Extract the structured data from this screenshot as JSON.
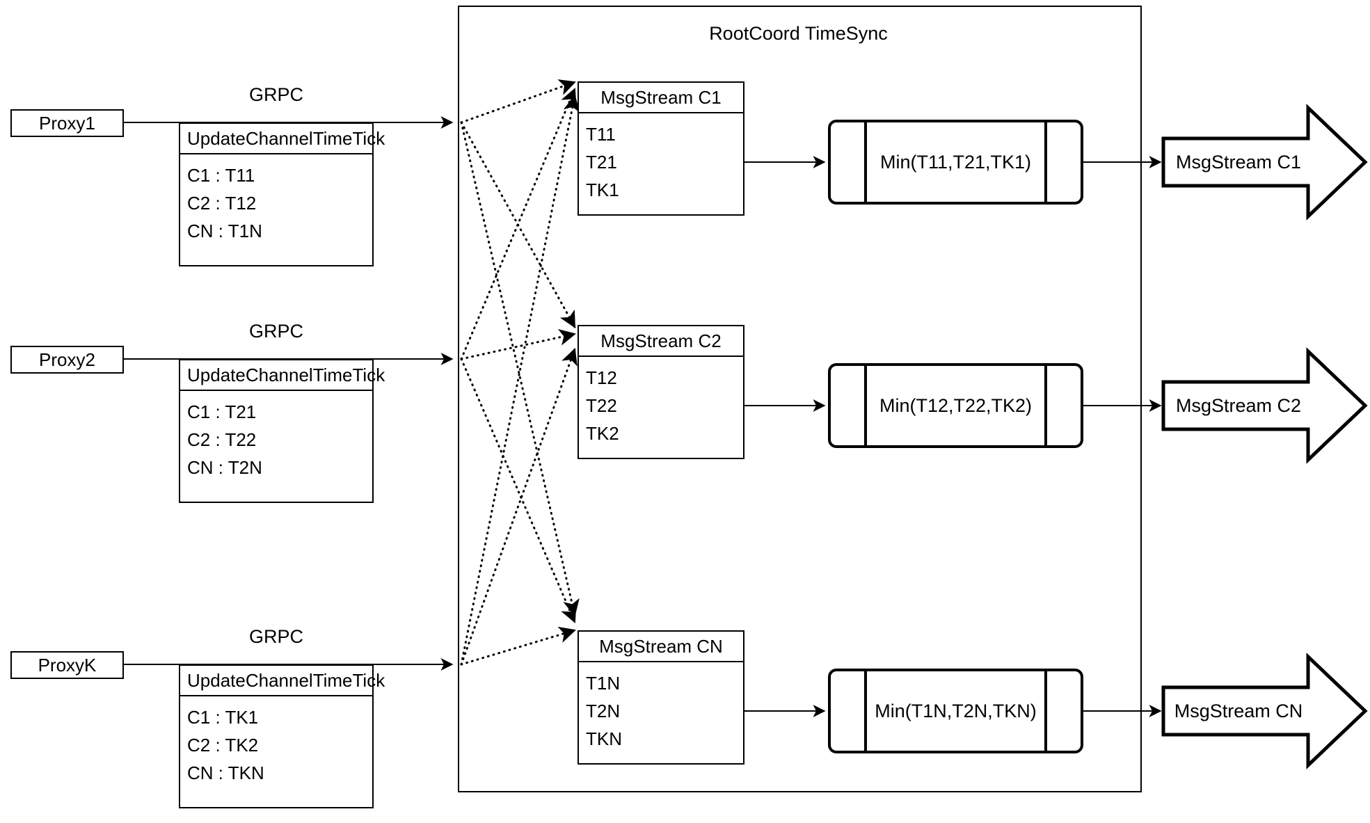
{
  "diagram": {
    "title": "RootCoord TimeSync",
    "group_label": "RootCoord TimeSync",
    "proxies": [
      {
        "name": "Proxy1",
        "link_label": "GRPC",
        "request": {
          "header": "UpdateChannelTimeTick",
          "rows": [
            "C1 :  T11",
            "C2 :  T12",
            "CN : T1N"
          ]
        }
      },
      {
        "name": "Proxy2",
        "link_label": "GRPC",
        "request": {
          "header": "UpdateChannelTimeTick",
          "rows": [
            "C1 :  T21",
            "C2 :  T22",
            "CN : T2N"
          ]
        }
      },
      {
        "name": "ProxyK",
        "link_label": "GRPC",
        "request": {
          "header": "UpdateChannelTimeTick",
          "rows": [
            "C1 :  TK1",
            "C2 :  TK2",
            "CN : TKN"
          ]
        }
      }
    ],
    "channels": [
      {
        "stream": {
          "header": "MsgStream C1",
          "rows": [
            "T11",
            "T21",
            "TK1"
          ]
        },
        "process": "Min(T11,T21,TK1)",
        "output": "MsgStream C1"
      },
      {
        "stream": {
          "header": "MsgStream C2",
          "rows": [
            "T12",
            "T22",
            "TK2"
          ]
        },
        "process": "Min(T12,T22,TK2)",
        "output": "MsgStream C2"
      },
      {
        "stream": {
          "header": "MsgStream CN",
          "rows": [
            "T1N",
            "T2N",
            "TKN"
          ]
        },
        "process": "Min(T1N,T2N,TKN)",
        "output": "MsgStream CN"
      }
    ],
    "colors": {
      "stroke": "#000000",
      "background": "#ffffff"
    }
  }
}
